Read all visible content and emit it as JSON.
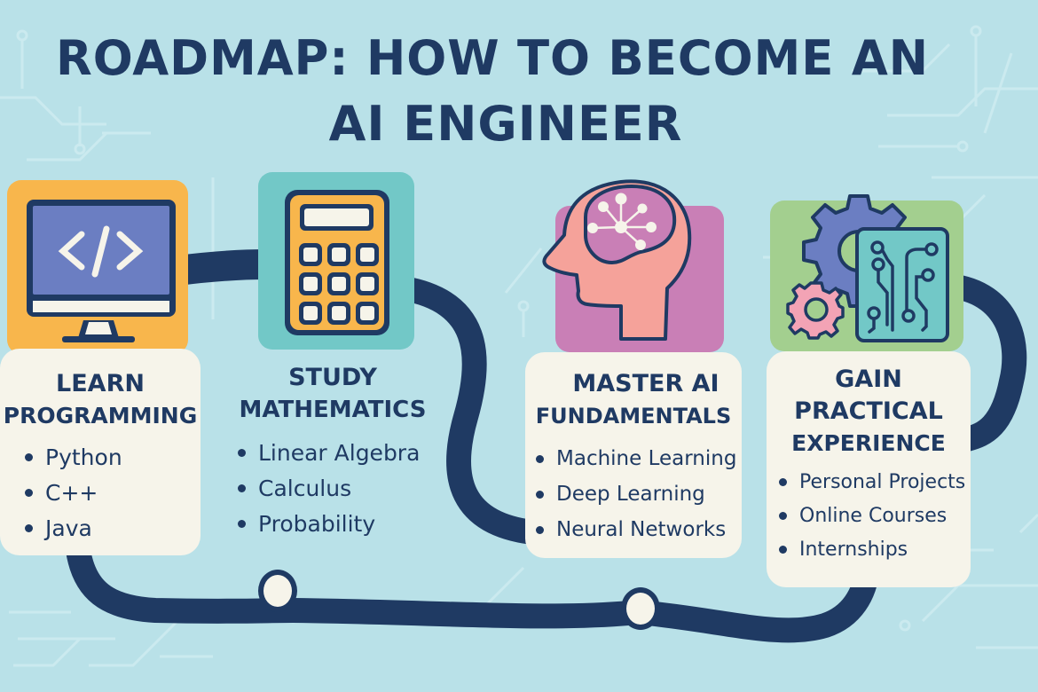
{
  "title": {
    "line1": "ROADMAP: HOW TO BECOME AN",
    "line2": "AI ENGINEER"
  },
  "colors": {
    "background": "#b9e1e8",
    "road": "#1f3a63",
    "text": "#1f3a63",
    "card": "#f6f4ea",
    "step1_box": "#f8b64c",
    "step2_box": "#72c8c7",
    "step3_box": "#c97fb6",
    "step4_box": "#a3cf8f"
  },
  "steps": [
    {
      "icon": "monitor-code-icon",
      "title_line1": "LEARN",
      "title_line2": "PROGRAMMING",
      "items": [
        "Python",
        "C++",
        "Java"
      ]
    },
    {
      "icon": "calculator-icon",
      "title_line1": "STUDY",
      "title_line2": "MATHEMATICS",
      "items": [
        "Linear Algebra",
        "Calculus",
        "Probability"
      ]
    },
    {
      "icon": "brain-network-icon",
      "title_line1": "MASTER AI",
      "title_line2": "FUNDAMENTALS",
      "items": [
        "Machine Learning",
        "Deep Learning",
        "Neural Networks"
      ]
    },
    {
      "icon": "gears-circuit-icon",
      "title_line1": "GAIN",
      "title_line2": "PRACTICAL",
      "title_line3": "EXPERIENCE",
      "items": [
        "Personal Projects",
        "Online Courses",
        "Internships"
      ]
    }
  ],
  "road_milestones": 2
}
